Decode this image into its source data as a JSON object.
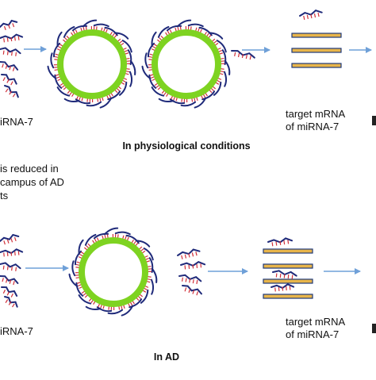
{
  "labels": {
    "left_top": "iRNA-7",
    "target_top_line1": "target mRNA",
    "target_top_line2": "of miRNA-7",
    "caption_top": "In physiological conditions",
    "reduced_line1": "is reduced in",
    "reduced_line2": "campus of AD",
    "reduced_line3": "ts",
    "left_bottom": "iRNA-7",
    "target_bottom_line1": "target mRNA",
    "target_bottom_line2": "of miRNA-7",
    "caption_bottom": "In AD"
  },
  "colors": {
    "ring": "#7ed321",
    "strand": "#1f2a7a",
    "tick": "#d0303a",
    "mrna_fill": "#e8b54a",
    "mrna_stroke": "#1f3a7a",
    "arrow": "#6fa0d8"
  }
}
